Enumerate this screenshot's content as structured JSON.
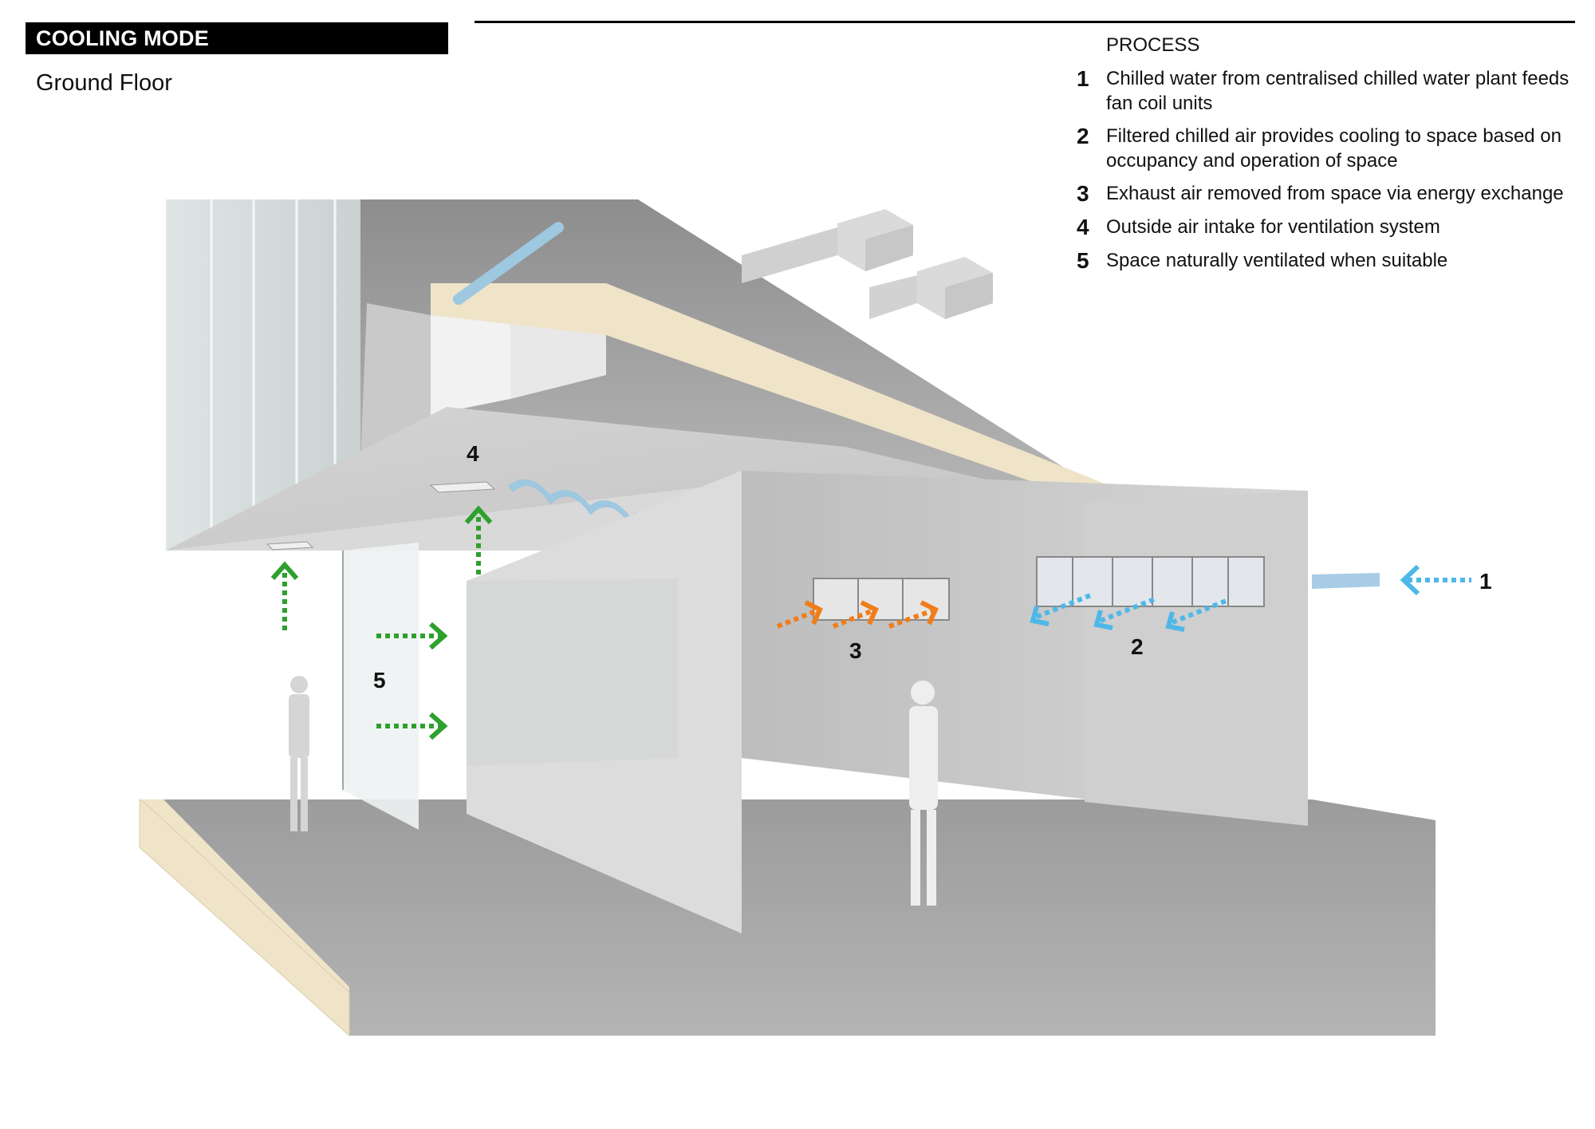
{
  "header": {
    "mode": "COOLING MODE",
    "floor": "Ground Floor"
  },
  "legend": {
    "title": "PROCESS",
    "items": [
      {
        "num": "1",
        "text": "Chilled water from centralised chilled water plant feeds fan coil units"
      },
      {
        "num": "2",
        "text": "Filtered chilled air provides cooling to space based on occupancy and operation of space"
      },
      {
        "num": "3",
        "text": "Exhaust air removed from space via energy exchange"
      },
      {
        "num": "4",
        "text": "Outside air intake for ventilation system"
      },
      {
        "num": "5",
        "text": "Space naturally ventilated when suitable"
      }
    ]
  },
  "callouts": {
    "c1": "1",
    "c2": "2",
    "c3": "3",
    "c4": "4",
    "c5": "5"
  },
  "colors": {
    "chilled_water": "#4db8e8",
    "exhaust_air": "#f07d1a",
    "fresh_air": "#2ea02e",
    "slab": "#efe4c8",
    "floor": "#a9a9a9"
  },
  "icons": [
    "arrow-icon",
    "person-figure",
    "duct",
    "chilled-water-pipe"
  ]
}
